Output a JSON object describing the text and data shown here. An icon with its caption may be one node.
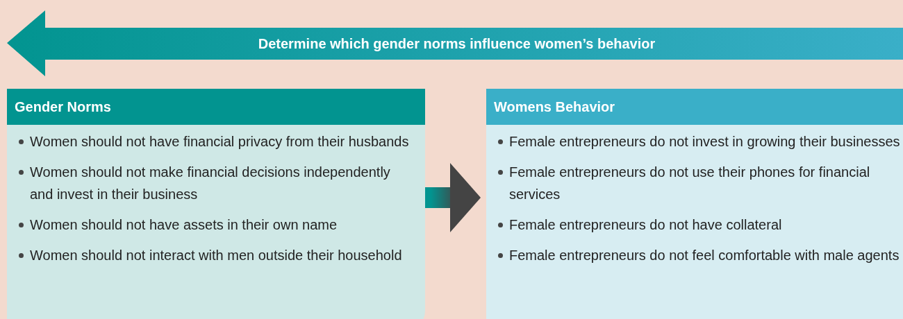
{
  "diagram": {
    "nodes": [
      {
        "text": [
          "Gender Norms",
          "Women should not have financial privacy from their husbands",
          "Women should not make financial decisions independently and invest in their business",
          "Women should not have assets in their own name",
          "Women should not interact with men outside their household"
        ]
      },
      {
        "text": [
          "Womens Behavior",
          "Female entrepreneurs do not invest in growing their businesses",
          "Female entrepreneurs do not use their phones for financial services",
          "Female entrepreneurs do not have collateral",
          "Female entrepreneurs do not feel comfortable with male agents"
        ]
      }
    ],
    "edges": [
      {
        "from": 0,
        "to": 1,
        "arrow": "to"
      }
    ],
    "labels": [
      "Determine which gender norms influence women’s behavior"
    ]
  }
}
